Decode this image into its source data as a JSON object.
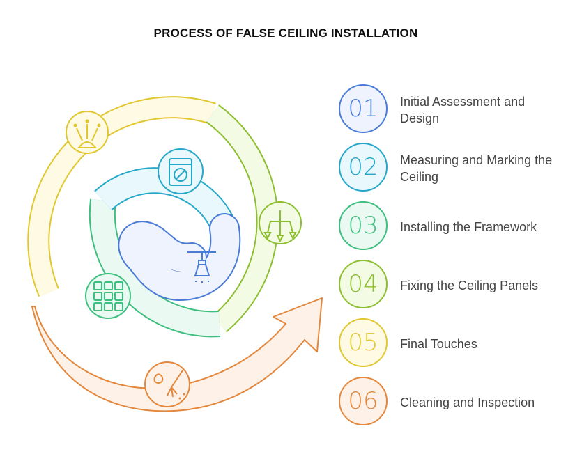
{
  "title": "PROCESS OF FALSE CEILING INSTALLATION",
  "steps": [
    {
      "number": "01",
      "label": "Initial Assessment and Design",
      "color": "#4a7bd6",
      "fill": "#eef3fd",
      "icon": "ceiling-lamp-icon"
    },
    {
      "number": "02",
      "label": "Measuring and Marking the Ceiling",
      "color": "#25a7c9",
      "fill": "#e8f8fc",
      "icon": "measure-icon"
    },
    {
      "number": "03",
      "label": "Installing the Framework",
      "color": "#3cbf7f",
      "fill": "#eafaf2",
      "icon": "grid-frame-icon"
    },
    {
      "number": "04",
      "label": "Fixing the Ceiling Panels",
      "color": "#8cbf2f",
      "fill": "#f3fbe4",
      "icon": "chandelier-icon"
    },
    {
      "number": "05",
      "label": "Final Touches",
      "color": "#e1c72f",
      "fill": "#fefae4",
      "icon": "plant-sparkle-icon"
    },
    {
      "number": "06",
      "label": "Cleaning and Inspection",
      "color": "#e3873d",
      "fill": "#fef2e8",
      "icon": "broom-icon"
    }
  ]
}
